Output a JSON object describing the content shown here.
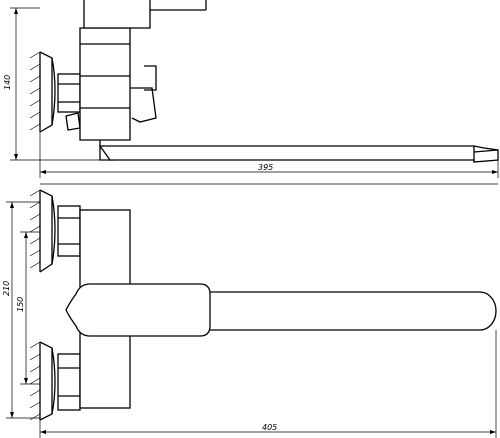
{
  "drawing": {
    "dims": {
      "height_140": "140",
      "length_395": "395",
      "height_210": "210",
      "height_150": "150",
      "length_405": "405"
    }
  }
}
